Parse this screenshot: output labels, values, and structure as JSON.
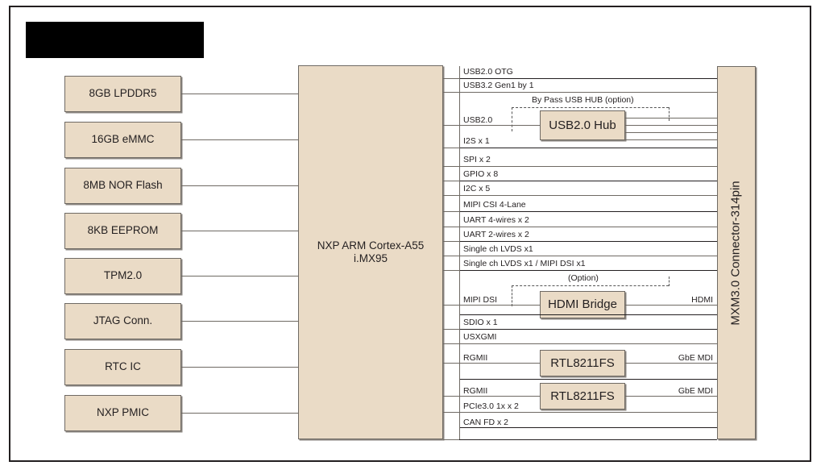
{
  "diagram": {
    "title_redacted": "",
    "soc": {
      "line1": "NXP ARM Cortex-A55",
      "line2": "i.MX95"
    },
    "connector": {
      "label": "MXM3.0 Connector-314pin"
    },
    "left_blocks": [
      {
        "label": "8GB LPDDR5"
      },
      {
        "label": "16GB eMMC"
      },
      {
        "label": "8MB NOR Flash"
      },
      {
        "label": "8KB EEPROM"
      },
      {
        "label": "TPM2.0"
      },
      {
        "label": "JTAG Conn."
      },
      {
        "label": "RTC IC"
      },
      {
        "label": "NXP PMIC"
      }
    ],
    "interfaces": [
      {
        "label": "USB2.0 OTG"
      },
      {
        "label": "USB3.2 Gen1 by 1"
      },
      {
        "label": "USB2.0"
      },
      {
        "label": "I2S x 1"
      },
      {
        "label": "SPI x 2"
      },
      {
        "label": "GPIO x 8"
      },
      {
        "label": "I2C x 5"
      },
      {
        "label": "MIPI CSI 4-Lane"
      },
      {
        "label": "UART 4-wires x 2"
      },
      {
        "label": "UART 2-wires x 2"
      },
      {
        "label": "Single ch LVDS x1"
      },
      {
        "label": "Single ch LVDS x1 / MIPI DSI x1"
      },
      {
        "label": "MIPI DSI"
      },
      {
        "label": "SDIO x 1"
      },
      {
        "label": "USXGMI"
      },
      {
        "label": "RGMII"
      },
      {
        "label": "RGMII"
      },
      {
        "label": "PCIe3.0 1x  x 2"
      },
      {
        "label": "CAN FD x 2"
      }
    ],
    "inline_chips": [
      {
        "label": "USB2.0 Hub"
      },
      {
        "label": "HDMI Bridge"
      },
      {
        "label": "RTL8211FS"
      },
      {
        "label": "RTL8211FS"
      }
    ],
    "option_notes": [
      {
        "label": "By Pass USB HUB (option)"
      },
      {
        "label": "(Option)"
      }
    ],
    "right_labels": [
      {
        "label": "HDMI"
      },
      {
        "label": "GbE MDI"
      },
      {
        "label": "GbE MDI"
      }
    ],
    "colors": {
      "block_fill": "#EADBC6",
      "block_stroke": "#6f6a64",
      "frame_stroke": "#231f20",
      "text": "#231f20",
      "redaction": "#000000"
    }
  }
}
